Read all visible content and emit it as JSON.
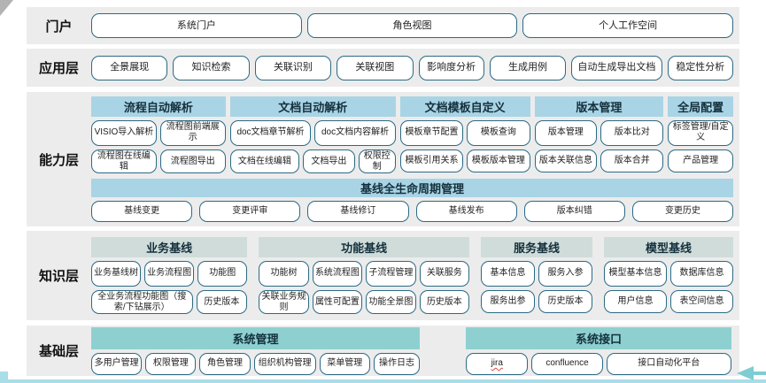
{
  "colors": {
    "band_bg": "#ececec",
    "capability_header": "#a9d4e5",
    "knowledge_header": "#cfdcda",
    "foundation_header": "#8ed0d0",
    "button_border": "#2b6a84",
    "accent_line": "#a9dde7",
    "arrow": "#7ecdd2"
  },
  "layers": {
    "portal": {
      "label": "门户",
      "buttons": [
        "系统门户",
        "角色视图",
        "个人工作空间"
      ]
    },
    "app": {
      "label": "应用层",
      "buttons": [
        "全景展现",
        "知识检索",
        "关联识别",
        "关联视图",
        "影响度分析",
        "生成用例",
        "自动生成导出文档",
        "稳定性分析"
      ]
    },
    "capability": {
      "label": "能力层",
      "groups": [
        {
          "title": "流程自动解析",
          "row1": [
            "VISIO导入解析",
            "流程图前端展示"
          ],
          "row2": [
            "流程图在线编辑",
            "流程图导出"
          ]
        },
        {
          "title": "文档自动解析",
          "row1": [
            "doc文档章节解析",
            "doc文档内容解析"
          ],
          "row2": [
            "文档在线编辑",
            "文档导出",
            "权限控制"
          ]
        },
        {
          "title": "文档模板自定义",
          "row1": [
            "模板章节配置",
            "模板查询"
          ],
          "row2": [
            "模板引用关系",
            "模板版本管理"
          ]
        },
        {
          "title": "版本管理",
          "row1": [
            "版本管理",
            "版本比对"
          ],
          "row2": [
            "版本关联信息",
            "版本合并"
          ]
        },
        {
          "title": "全局配置",
          "row1": [
            "标签管理/自定义"
          ],
          "row2": [
            "产品管理"
          ]
        }
      ],
      "baseline": {
        "title": "基线全生命周期管理",
        "buttons": [
          "基线变更",
          "变更评审",
          "基线修订",
          "基线发布",
          "版本纠错",
          "变更历史"
        ]
      }
    },
    "knowledge": {
      "label": "知识层",
      "groups": [
        {
          "title": "业务基线",
          "row1": [
            "业务基线树",
            "业务流程图",
            "功能图"
          ],
          "row2": [
            "全业务流程功能图（搜索/下钻展示）",
            "历史版本"
          ]
        },
        {
          "title": "功能基线",
          "row1": [
            "功能树",
            "系统流程图",
            "子流程管理",
            "关联服务"
          ],
          "row2": [
            "关联业务规则",
            "属性可配置",
            "功能全景图",
            "历史版本"
          ]
        },
        {
          "title": "服务基线",
          "row1": [
            "基本信息",
            "服务入参"
          ],
          "row2": [
            "服务出参",
            "历史版本"
          ]
        },
        {
          "title": "模型基线",
          "row1": [
            "模型基本信息",
            "数据库信息"
          ],
          "row2": [
            "用户信息",
            "表空间信息"
          ]
        }
      ]
    },
    "foundation": {
      "label": "基础层",
      "groups": [
        {
          "title": "系统管理",
          "row": [
            "多用户管理",
            "权限管理",
            "角色管理",
            "组织机构管理",
            "菜单管理",
            "操作日志"
          ]
        },
        {
          "title": "系统接口",
          "row": [
            "jira",
            "confluence",
            "接口自动化平台"
          ]
        }
      ]
    }
  }
}
